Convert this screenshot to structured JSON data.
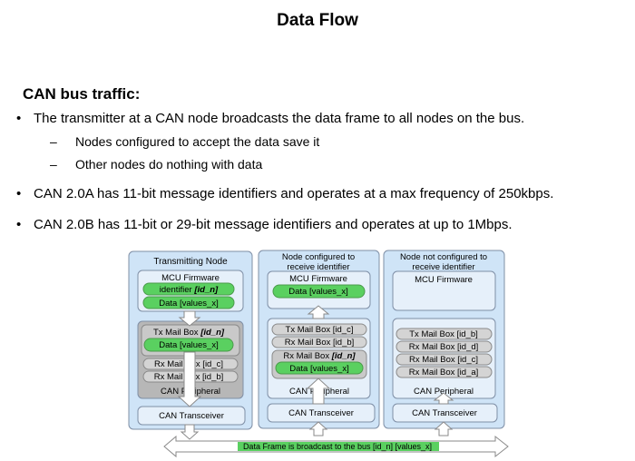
{
  "title": "Data Flow",
  "subtitle": "CAN bus traffic:",
  "bullets": [
    "The transmitter at a CAN node broadcasts the data frame to all nodes on the bus.",
    "CAN 2.0A has 11-bit message identifiers  and operates at a max frequency of 250kbps.",
    "CAN 2.0B has 11-bit or 29-bit message identifiers  and operates at up to 1Mbps."
  ],
  "subbullets": [
    "Nodes configured to accept the data save it",
    "Other nodes do nothing with data"
  ],
  "bullet_glyph": "•",
  "dash_glyph": "–",
  "diagram": {
    "node1": {
      "title": "Transmitting Node",
      "firmware": "MCU Firmware",
      "identifier_prefix": "identifier ",
      "identifier_value": "[id_n]",
      "data": "Data  [values_x]",
      "txbox_prefix": "Tx Mail Box  ",
      "txbox_value": "[id_n]",
      "txdata": "Data  [values_x]",
      "rx1": "Rx Mail Box  [id_c]",
      "rx2": "Rx Mail Box  [id_b]",
      "peripheral": "CAN Peripheral",
      "transceiver": "CAN Transceiver"
    },
    "node2": {
      "title_line1": "Node configured to",
      "title_line2": "receive identifier",
      "firmware": "MCU Firmware",
      "data": "Data  [values_x]",
      "tx": "Tx Mail Box  [id_c]",
      "rx1": "Rx Mail Box  [id_b]",
      "rxbox_prefix": "Rx Mail Box  ",
      "rxbox_value": "[id_n]",
      "rxdata": "Data  [values_x]",
      "peripheral": "CAN Peripheral",
      "transceiver": "CAN Transceiver"
    },
    "node3": {
      "title_line1": "Node not configured to",
      "title_line2": "receive identifier",
      "firmware": "MCU Firmware",
      "tx": "Tx Mail Box  [id_b]",
      "rx1": "Rx Mail Box  [id_d]",
      "rx2": "Rx Mail Box  [id_c]",
      "rx3": "Rx Mail Box  [id_a]",
      "peripheral": "CAN Peripheral",
      "transceiver": "CAN Transceiver"
    },
    "bus_label": "Data Frame is broadcast to the bus [id_n] [values_x]",
    "colors": {
      "node_fill": "#cfe4f7",
      "inner_fill": "#e6f0fa",
      "stroke": "#7f8fa6",
      "green": "#5ad060",
      "gray_panel": "#b7b7b7",
      "gray_pill": "#d4d4d4"
    }
  }
}
